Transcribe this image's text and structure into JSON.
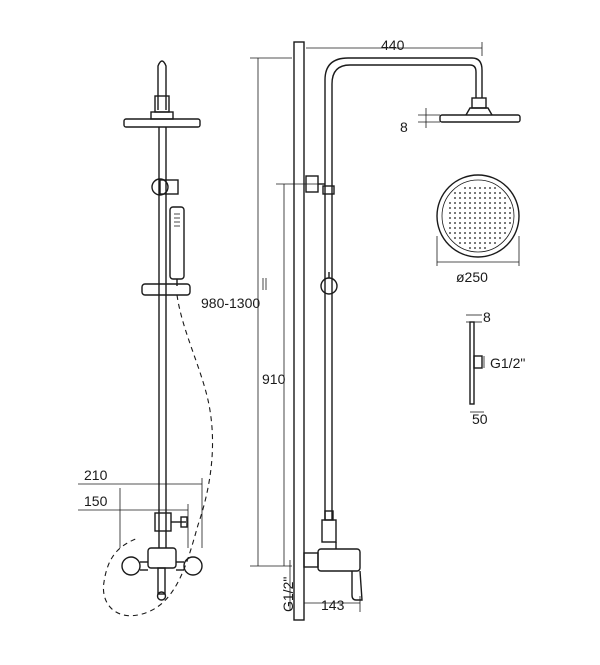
{
  "dimensions": {
    "arm_length": "440",
    "head_thickness": "8",
    "head_diameter": "ø250",
    "height_range": "980-1300",
    "mount_height": "910",
    "inlet_thread": "G1/2\"",
    "inlet_offset": "143",
    "wall_width_outer": "210",
    "wall_width_inner": "150",
    "side_thickness": "8",
    "side_thread": "G1/2\"",
    "side_depth": "50"
  }
}
